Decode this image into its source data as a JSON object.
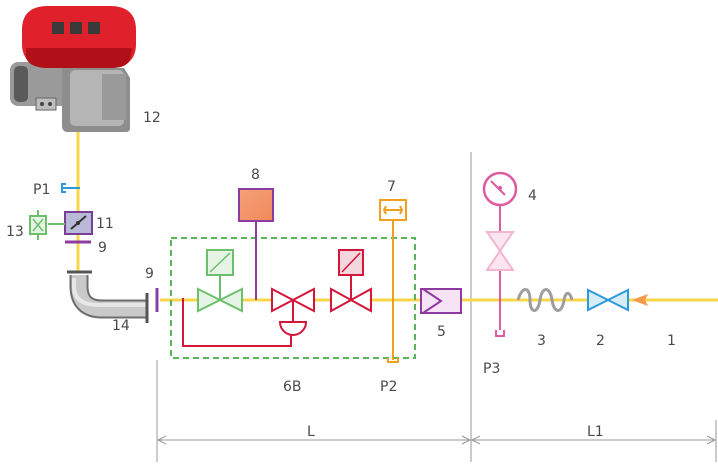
{
  "colors": {
    "gas_line": "#f7d64a",
    "burner_red": "#e0202a",
    "burner_grey": "#9a9a9a",
    "valve_blue": "#2b9bd8",
    "valve_green": "#6cc06c",
    "valve_red": "#d4163a",
    "pressure_pink": "#e05aa0",
    "pressure_light_pink": "#f3b6d1",
    "purple": "#8e3ba0",
    "orange": "#f0a020",
    "dashed_green": "#5ab45a",
    "dimension_grey": "#999999"
  },
  "labels": {
    "burner": "12",
    "pressure_p1": "P1",
    "butterfly_valve": "11",
    "servo_13": "13",
    "flange_upper": "9",
    "flange_lower": "9",
    "elbow_14": "14",
    "control_8": "8",
    "switch_7": "7",
    "manometer_4": "4",
    "filter_5": "5",
    "compensator_3": "3",
    "ball_valve_2": "2",
    "gas_inlet_1": "1",
    "pressure_p2": "P2",
    "pressure_p3": "P3",
    "valve_group": "6B",
    "length_L": "L",
    "length_L1": "L1"
  },
  "icons": {
    "burner": "burner-icon",
    "butterfly_valve": "butterfly-valve-icon",
    "manometer": "pressure-gauge-icon",
    "filter": "gas-filter-icon",
    "ball_valve": "ball-valve-icon",
    "solenoid_valve": "solenoid-valve-icon",
    "inlet_arrow": "arrow-left-icon"
  }
}
